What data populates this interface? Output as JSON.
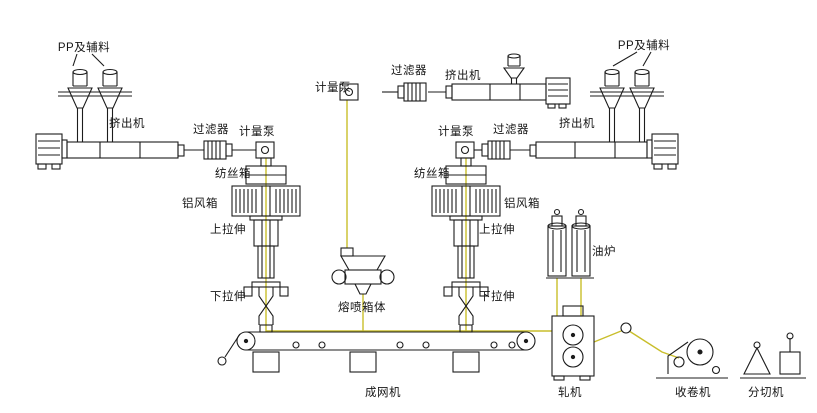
{
  "colors": {
    "background": "#ffffff",
    "outline": "#1c1c1c",
    "accent": "#c9be2b"
  },
  "labels": {
    "pp_left": "PP及辅料",
    "extruder_left": "挤出机",
    "filter_left": "过滤器",
    "pump_left": "计量泵",
    "spinbox_left": "纺丝箱",
    "airbox_left": "铝风箱",
    "updraw_left": "上拉伸",
    "downdraw_left": "下拉伸",
    "pump_mid": "计量泵",
    "filter_mid": "过滤器",
    "extruder_mid": "挤出机",
    "meltblown_box": "熔喷箱体",
    "pump_right": "计量泵",
    "filter_right": "过滤器",
    "extruder_right": "挤出机",
    "pp_right": "PP及辅料",
    "spinbox_right": "纺丝箱",
    "airbox_right": "铝风箱",
    "updraw_right": "上拉伸",
    "downdraw_right": "下拉伸",
    "oil_furnace": "油炉",
    "forming_machine": "成网机",
    "calender": "轧机",
    "winder": "收卷机",
    "slitter": "分切机"
  }
}
